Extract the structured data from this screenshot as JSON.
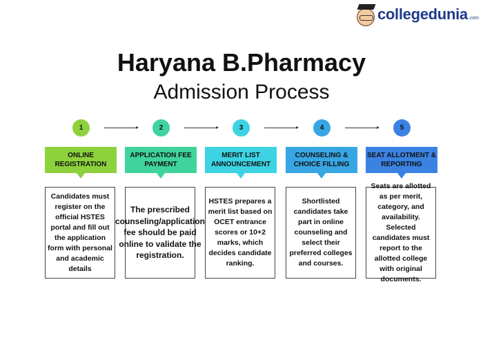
{
  "logo": {
    "text": "collegedunia",
    "suffix": ".com"
  },
  "title": "Haryana B.Pharmacy",
  "subtitle": "Admission Process",
  "steps": [
    {
      "number": "1",
      "heading": "ONLINE REGISTRATION",
      "description": "Candidates must register on the official HSTES portal and fill out the application form with personal and academic details",
      "color": "#8dd13c"
    },
    {
      "number": "2",
      "heading": "APPLICATION FEE PAYMENT",
      "description": "The prescribed counseling/application fee should be paid online to validate the registration.",
      "color": "#3fd39e"
    },
    {
      "number": "3",
      "heading": "MERIT LIST ANNOUNCEMENT",
      "description": "HSTES prepares a merit list based on OCET entrance scores or 10+2 marks, which decides candidate ranking.",
      "color": "#3dd3e3"
    },
    {
      "number": "4",
      "heading": "COUNSELING & CHOICE FILLING",
      "description": "Shortlisted candidates take part in online counseling and select their preferred colleges and courses.",
      "color": "#38a6e3"
    },
    {
      "number": "5",
      "heading": "SEAT ALLOTMENT & REPORTING",
      "description": "Seats are allotted as per merit, category, and availability. Selected candidates must report to the allotted college with original documents.",
      "color": "#3b82e3"
    }
  ]
}
